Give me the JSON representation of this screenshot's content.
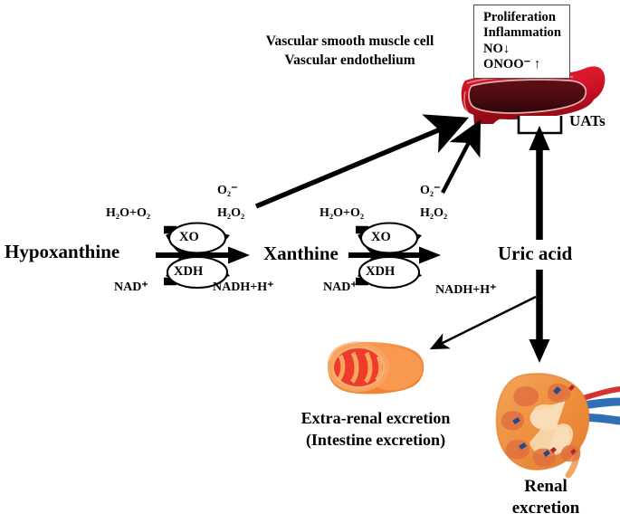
{
  "diagram": {
    "title": "Uric acid metabolism and excretion pathway",
    "type": "biochemical-pathway"
  },
  "effects_box": {
    "lines": [
      "Proliferation",
      "Inflammation",
      "NO↓",
      "ONOO⁻ ↑"
    ],
    "border_color": "#4d4d4d"
  },
  "tissue_labels": {
    "line1": "Vascular smooth muscle cell",
    "line2": "Vascular endothelium"
  },
  "metabolites": {
    "hypoxanthine": "Hypoxanthine",
    "xanthine": "Xanthine",
    "uric_acid": "Uric acid"
  },
  "reaction_left": {
    "substrate_in": "H₂O+O₂",
    "cofactor_in": "NAD⁺",
    "enzyme_top": "XO",
    "enzyme_bottom": "XDH",
    "ros_superoxide": "O₂⁻",
    "ros_peroxide": "H₂O₂",
    "product_out": "NADH+H⁺"
  },
  "reaction_right": {
    "substrate_in": "H₂O+O₂",
    "cofactor_in": "NAD⁺",
    "enzyme_top": "XO",
    "enzyme_bottom": "XDH",
    "ros_superoxide": "O₂⁻",
    "ros_peroxide": "H₂O₂",
    "product_out": "NADH+H⁺"
  },
  "transporter": {
    "label": "UATs"
  },
  "excretion": {
    "extra_renal_line1": "Extra-renal excretion",
    "extra_renal_line2": "(Intestine excretion)",
    "renal_line1": "Renal",
    "renal_line2": "excretion"
  },
  "graphics": {
    "vessel_name": "blood-vessel",
    "vessel_outer_color": "#c8102e",
    "vessel_inner_color": "#5c0d11",
    "intestine_name": "intestine",
    "intestine_color": "#f6893c",
    "intestine_lumen_color": "#ef3b2c",
    "kidney_name": "kidney",
    "kidney_color": "#f0913f",
    "kidney_vein_color": "#2f6fb5",
    "kidney_artery_color": "#d6332e"
  }
}
